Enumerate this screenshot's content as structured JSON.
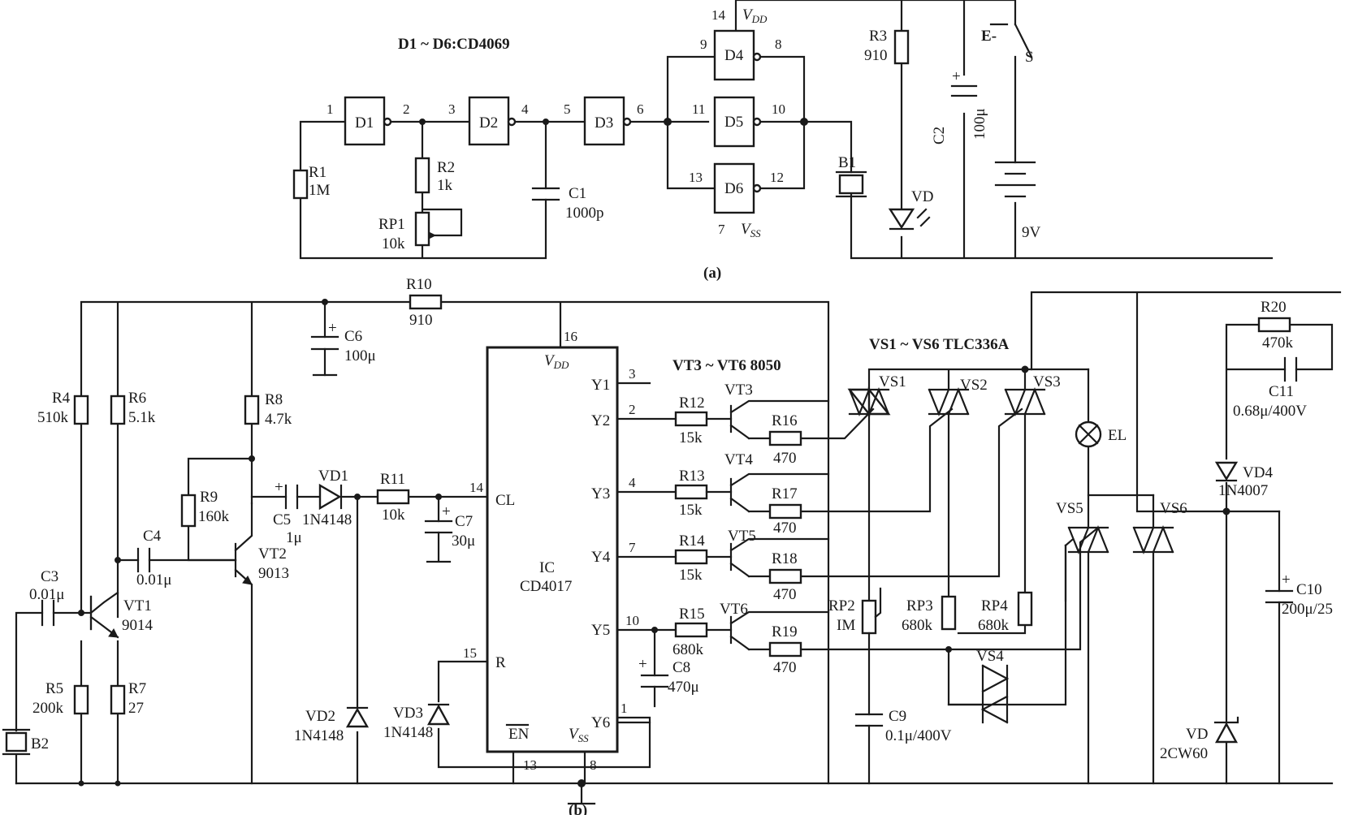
{
  "header": {
    "gates_note": "D1 ~ D6:CD4069",
    "thyristor_note": "VS1 ~ VS6  TLC336A",
    "transistor_note": "VT3 ~ VT6  8050",
    "caption_a": "(a)",
    "caption_b": "(b)"
  },
  "gates": {
    "d1": "D1",
    "d2": "D2",
    "d3": "D3",
    "d4": "D4",
    "d5": "D5",
    "d6": "D6",
    "vdd": "V",
    "vdd_sub": "DD",
    "vss": "V",
    "vss_sub": "SS"
  },
  "pins_a": [
    "1",
    "2",
    "3",
    "4",
    "5",
    "6",
    "9",
    "8",
    "11",
    "10",
    "13",
    "12",
    "14",
    "7"
  ],
  "parts_a": {
    "r1": "R1",
    "r1_v": "1M",
    "r2": "R2",
    "r2_v": "1k",
    "rp1": "RP1",
    "rp1_v": "10k",
    "c1": "C1",
    "c1_v": "1000p",
    "r3": "R3",
    "r3_v": "910",
    "b1": "B1",
    "vd": "VD",
    "c2": "C2",
    "c2_v": "100μ",
    "s": "S",
    "e": "E",
    "bat": "9V"
  },
  "parts_b": {
    "r10": "R10",
    "r10_v": "910",
    "c6": "C6",
    "c6_v": "100μ",
    "r4": "R4",
    "r4_v": "510k",
    "r6": "R6",
    "r6_v": "5.1k",
    "r8": "R8",
    "r8_v": "4.7k",
    "r9": "R9",
    "r9_v": "160k",
    "c4": "C4",
    "c4_v": "0.01μ",
    "c3": "C3",
    "c3_v": "0.01μ",
    "vt1": "VT1",
    "vt1_v": "9014",
    "vt2": "VT2",
    "vt2_v": "9013",
    "r5": "R5",
    "r5_v": "200k",
    "r7": "R7",
    "r7_v": "27",
    "b2": "B2",
    "c5": "C5",
    "c5_v": "1μ",
    "vd1": "VD1",
    "vd1_v": "1N4148",
    "r11": "R11",
    "r11_v": "10k",
    "c7": "C7",
    "c7_v": "30μ",
    "vd2": "VD2",
    "vd2_v": "1N4148",
    "vd3": "VD3",
    "vd3_v": "1N4148",
    "ic": "IC",
    "ic_v": "CD4017",
    "cl": "CL",
    "r": "R",
    "en": "EN",
    "y1": "Y1",
    "y2": "Y2",
    "y3": "Y3",
    "y4": "Y4",
    "y5": "Y5",
    "y6": "Y6",
    "r12": "R12",
    "r12_v": "15k",
    "r13": "R13",
    "r13_v": "15k",
    "r14": "R14",
    "r14_v": "15k",
    "r15": "R15",
    "r15_v": "680k",
    "c8": "C8",
    "c8_v": "470μ",
    "vt3": "VT3",
    "vt4": "VT4",
    "vt5": "VT5",
    "vt6": "VT6",
    "r16": "R16",
    "r16_v": "470",
    "r17": "R17",
    "r17_v": "470",
    "r18": "R18",
    "r18_v": "470",
    "r19": "R19",
    "r19_v": "470",
    "vs1": "VS1",
    "vs2": "VS2",
    "vs3": "VS3",
    "vs4": "VS4",
    "vs5": "VS5",
    "vs6": "VS6",
    "rp2": "RP2",
    "rp2_v": "IM",
    "rp3": "RP3",
    "rp3_v": "680k",
    "rp4": "RP4",
    "rp4_v": "680k",
    "c9": "C9",
    "c9_v": "0.1μ/400V",
    "el": "EL",
    "r20": "R20",
    "r20_v": "470k",
    "c11": "C11",
    "c11_v": "0.68μ/400V",
    "vd4": "VD4",
    "vd4_v": "1N4007",
    "c10": "C10",
    "c10_v": "200μ/25",
    "vdz": "VD",
    "vdz_v": "2CW60"
  },
  "pins_b": [
    "16",
    "3",
    "2",
    "4",
    "7",
    "10",
    "1",
    "14",
    "15",
    "13",
    "8"
  ]
}
